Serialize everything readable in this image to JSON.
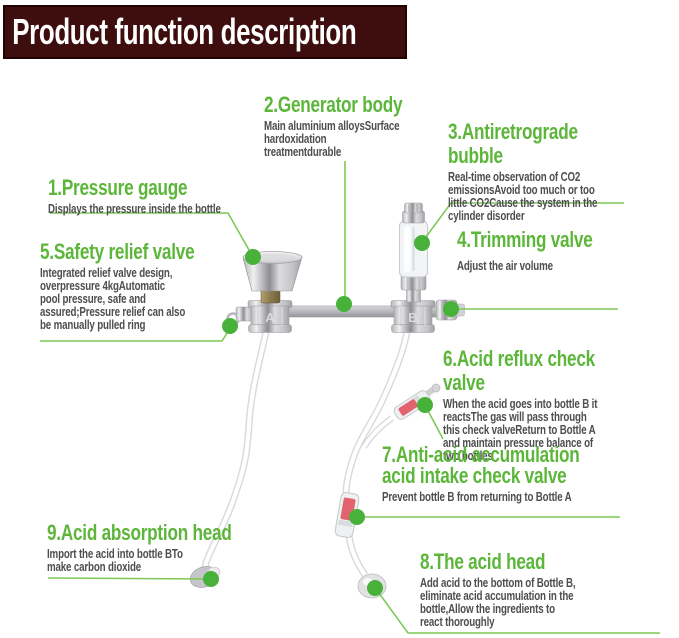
{
  "header": {
    "title": "Product function description"
  },
  "colors": {
    "title_bg": "#3d0e0d",
    "accent_green": "#5cb63a",
    "line_green": "#7dc957",
    "dot_green": "#48b13a",
    "desc_gray": "#4e4e50",
    "check_valve_pink": "#e2636e"
  },
  "device": {
    "cap_a": "A",
    "cap_b": "B"
  },
  "labels": [
    {
      "id": "pressure-gauge",
      "heading": "1.Pressure gauge",
      "desc": "Displays the pressure inside the bottle"
    },
    {
      "id": "generator-body",
      "heading": "2.Generator body",
      "desc": "Main aluminium alloysSurface\nhardoxidation\ntreatmentdurable"
    },
    {
      "id": "antiretrograde-bubble",
      "heading": "3.Antiretrograde bubble",
      "desc": "Real-time observation of CO2\nemissionsAvoid too much or too\nlittle CO2Cause the system in the\ncylinder disorder"
    },
    {
      "id": "trimming-valve",
      "heading": "4.Trimming valve",
      "desc": "Adjust the air volume"
    },
    {
      "id": "safety-relief-valve",
      "heading": "5.Safety relief valve",
      "desc": "Integrated relief valve design,\noverpressure 4kgAutomatic\npool pressure, safe and\nassured;Pressure relief can also\nbe manually pulled ring"
    },
    {
      "id": "acid-reflux-check-valve",
      "heading": "6.Acid reflux check valve",
      "desc": "When the acid goes into bottle B it\nreactsThe gas will pass through\nthis check valveReturn to Bottle A\nand maintain pressure balance of\ntwo bottles"
    },
    {
      "id": "anti-acid-accumulation-valve",
      "heading": "7.Anti-acid accumulation\nacid intake check valve",
      "desc": "Prevent bottle B from returning to Bottle A"
    },
    {
      "id": "acid-head",
      "heading": "8.The acid head",
      "desc": "Add acid to the bottom of Bottle B,\neliminate acid accumulation in the\nbottle,Allow the ingredients to\nreact thoroughly"
    },
    {
      "id": "acid-absorption-head",
      "heading": "9.Acid absorption head",
      "desc": "Import the acid into bottle BTo\nmake carbon dioxide"
    }
  ]
}
